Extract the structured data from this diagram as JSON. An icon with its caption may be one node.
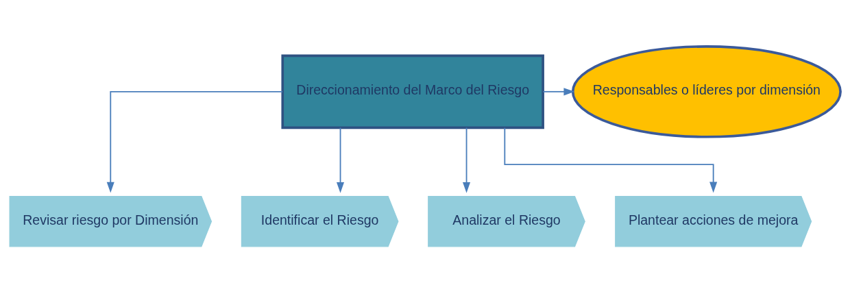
{
  "diagram": {
    "nodes": [
      {
        "text": [
          "Direccionamiento del Marco del Riesgo"
        ]
      },
      {
        "text": [
          "Responsables o líderes por dimensión"
        ]
      },
      {
        "text": [
          "Revisar riesgo por Dimensión"
        ]
      },
      {
        "text": [
          "Identificar el Riesgo"
        ]
      },
      {
        "text": [
          "Analizar el Riesgo"
        ]
      },
      {
        "text": [
          "Plantear acciones de mejora"
        ]
      }
    ],
    "edges": [
      {
        "from": 0,
        "to": 1,
        "arrow": "to"
      },
      {
        "from": 0,
        "to": 2,
        "arrow": "to"
      },
      {
        "from": 0,
        "to": 3,
        "arrow": "to"
      },
      {
        "from": 0,
        "to": 4,
        "arrow": "to"
      },
      {
        "from": 0,
        "to": 5,
        "arrow": "to"
      }
    ]
  }
}
